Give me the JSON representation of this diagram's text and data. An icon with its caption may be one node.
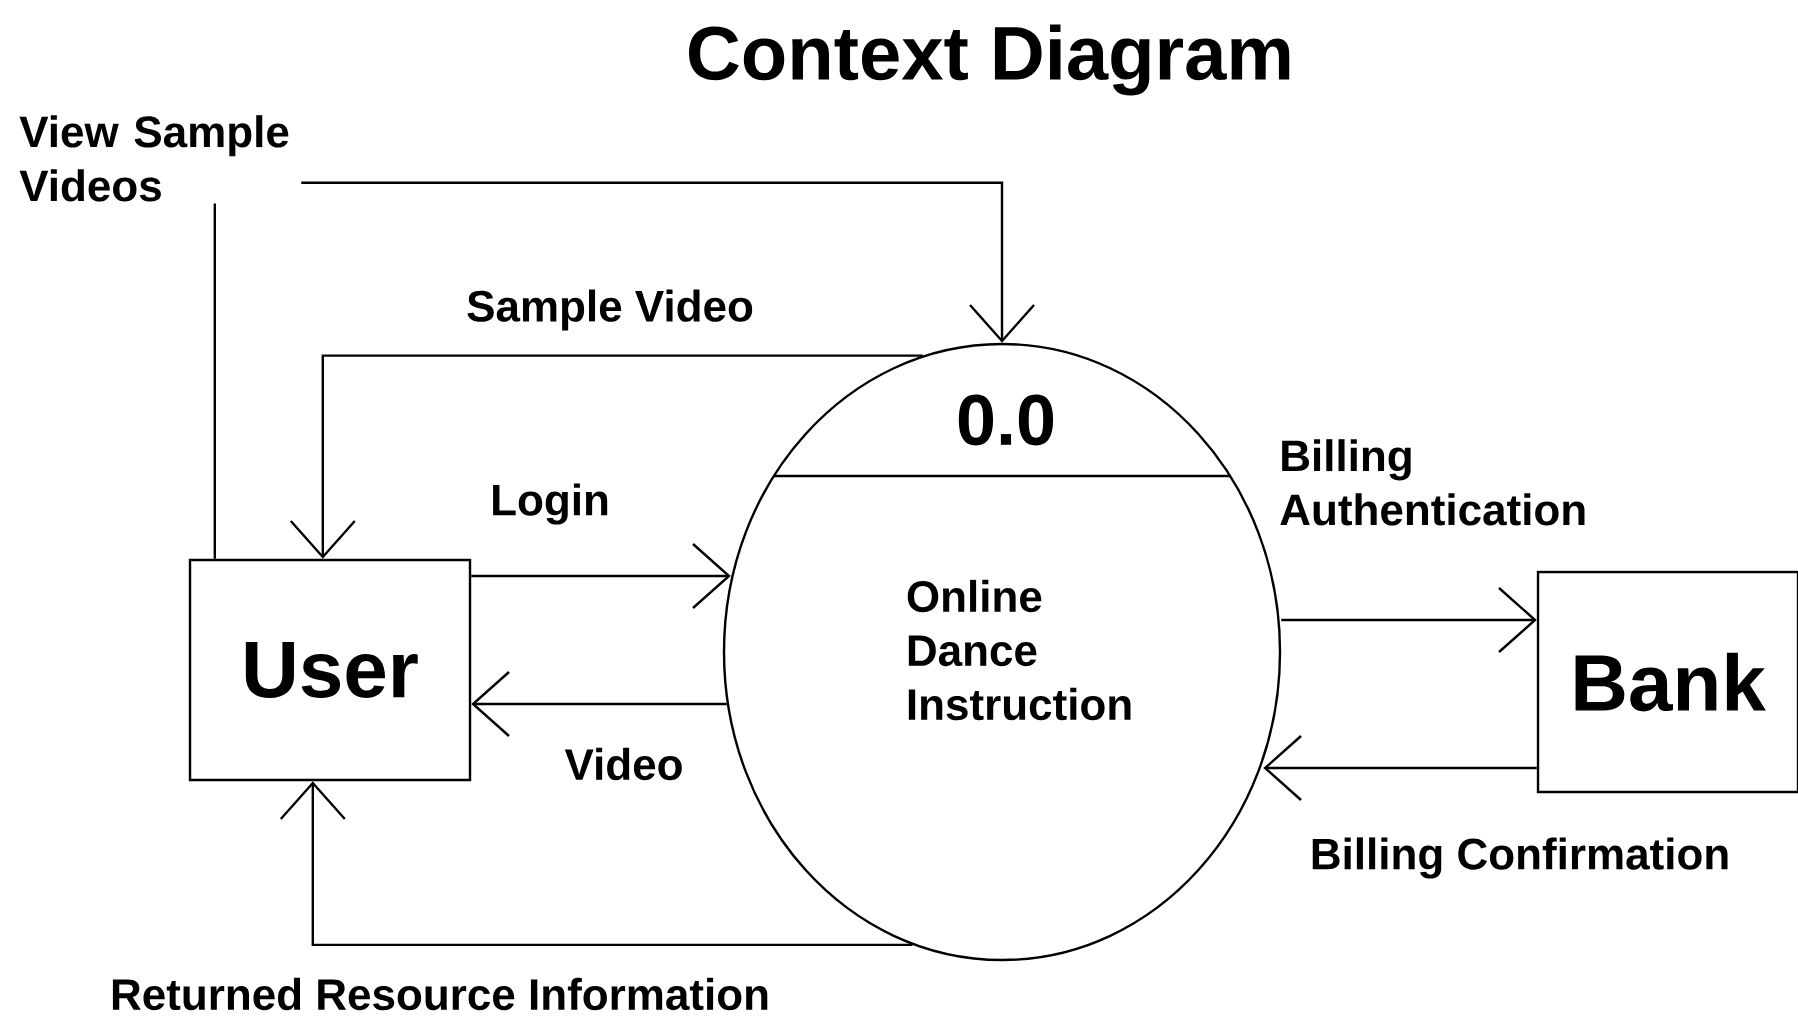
{
  "diagram": {
    "title": "Context Diagram",
    "nodes": [
      {
        "text": [
          "User"
        ]
      },
      {
        "text": [
          "0.0",
          "Online Dance Instruction"
        ]
      },
      {
        "text": [
          "Bank"
        ]
      }
    ],
    "edges": [
      {
        "from": 0,
        "to": 1,
        "arrow": "to",
        "label": "Login"
      },
      {
        "from": 1,
        "to": 0,
        "arrow": "to",
        "label": "Video"
      },
      {
        "from": 0,
        "to": 1,
        "arrow": "to",
        "label": "View Sample Videos"
      },
      {
        "from": 1,
        "to": 0,
        "arrow": "to",
        "label": "Sample Video"
      },
      {
        "from": 1,
        "to": 0,
        "arrow": "to",
        "label": "Returned Resource Information"
      },
      {
        "from": 1,
        "to": 2,
        "arrow": "to",
        "label": "Billing Authentication"
      },
      {
        "from": 2,
        "to": 1,
        "arrow": "to",
        "label": "Billing Confirmation"
      }
    ]
  }
}
